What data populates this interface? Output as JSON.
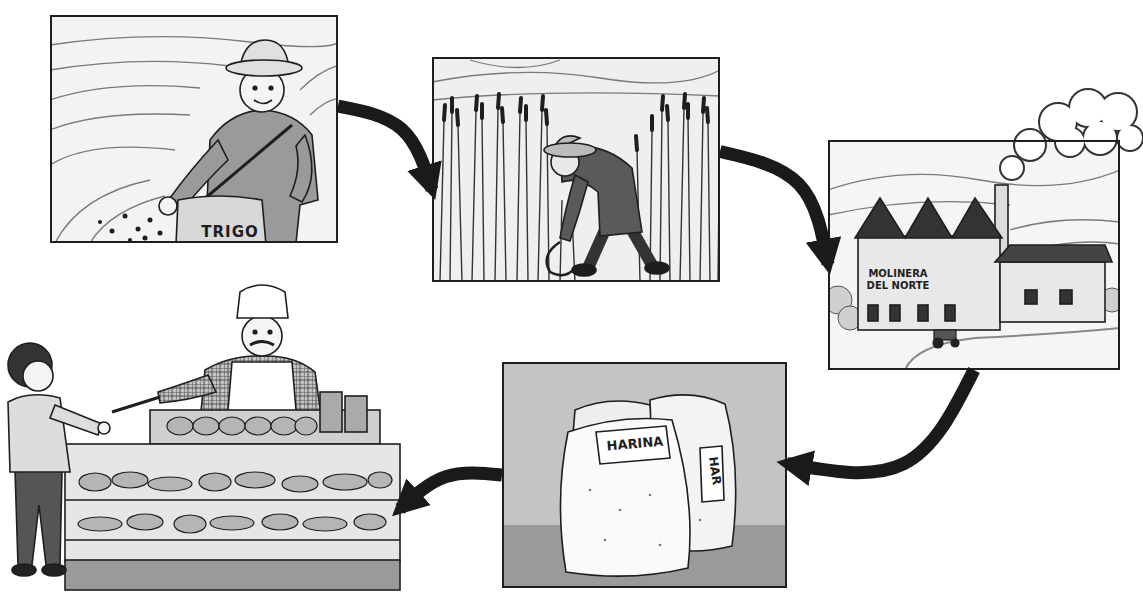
{
  "diagram": {
    "nodes": [
      {
        "text": [
          "TRIGO"
        ]
      },
      {
        "text": []
      },
      {
        "text": [
          "MOLINERA DEL NORTE"
        ]
      },
      {
        "text": [
          "HARINA",
          "HAR"
        ]
      },
      {
        "text": []
      }
    ],
    "edges": [
      {
        "from": 0,
        "to": 1,
        "arrow": "to"
      },
      {
        "from": 1,
        "to": 2,
        "arrow": "to"
      },
      {
        "from": 2,
        "to": 3,
        "arrow": "to"
      },
      {
        "from": 3,
        "to": 4,
        "arrow": "to"
      }
    ]
  }
}
